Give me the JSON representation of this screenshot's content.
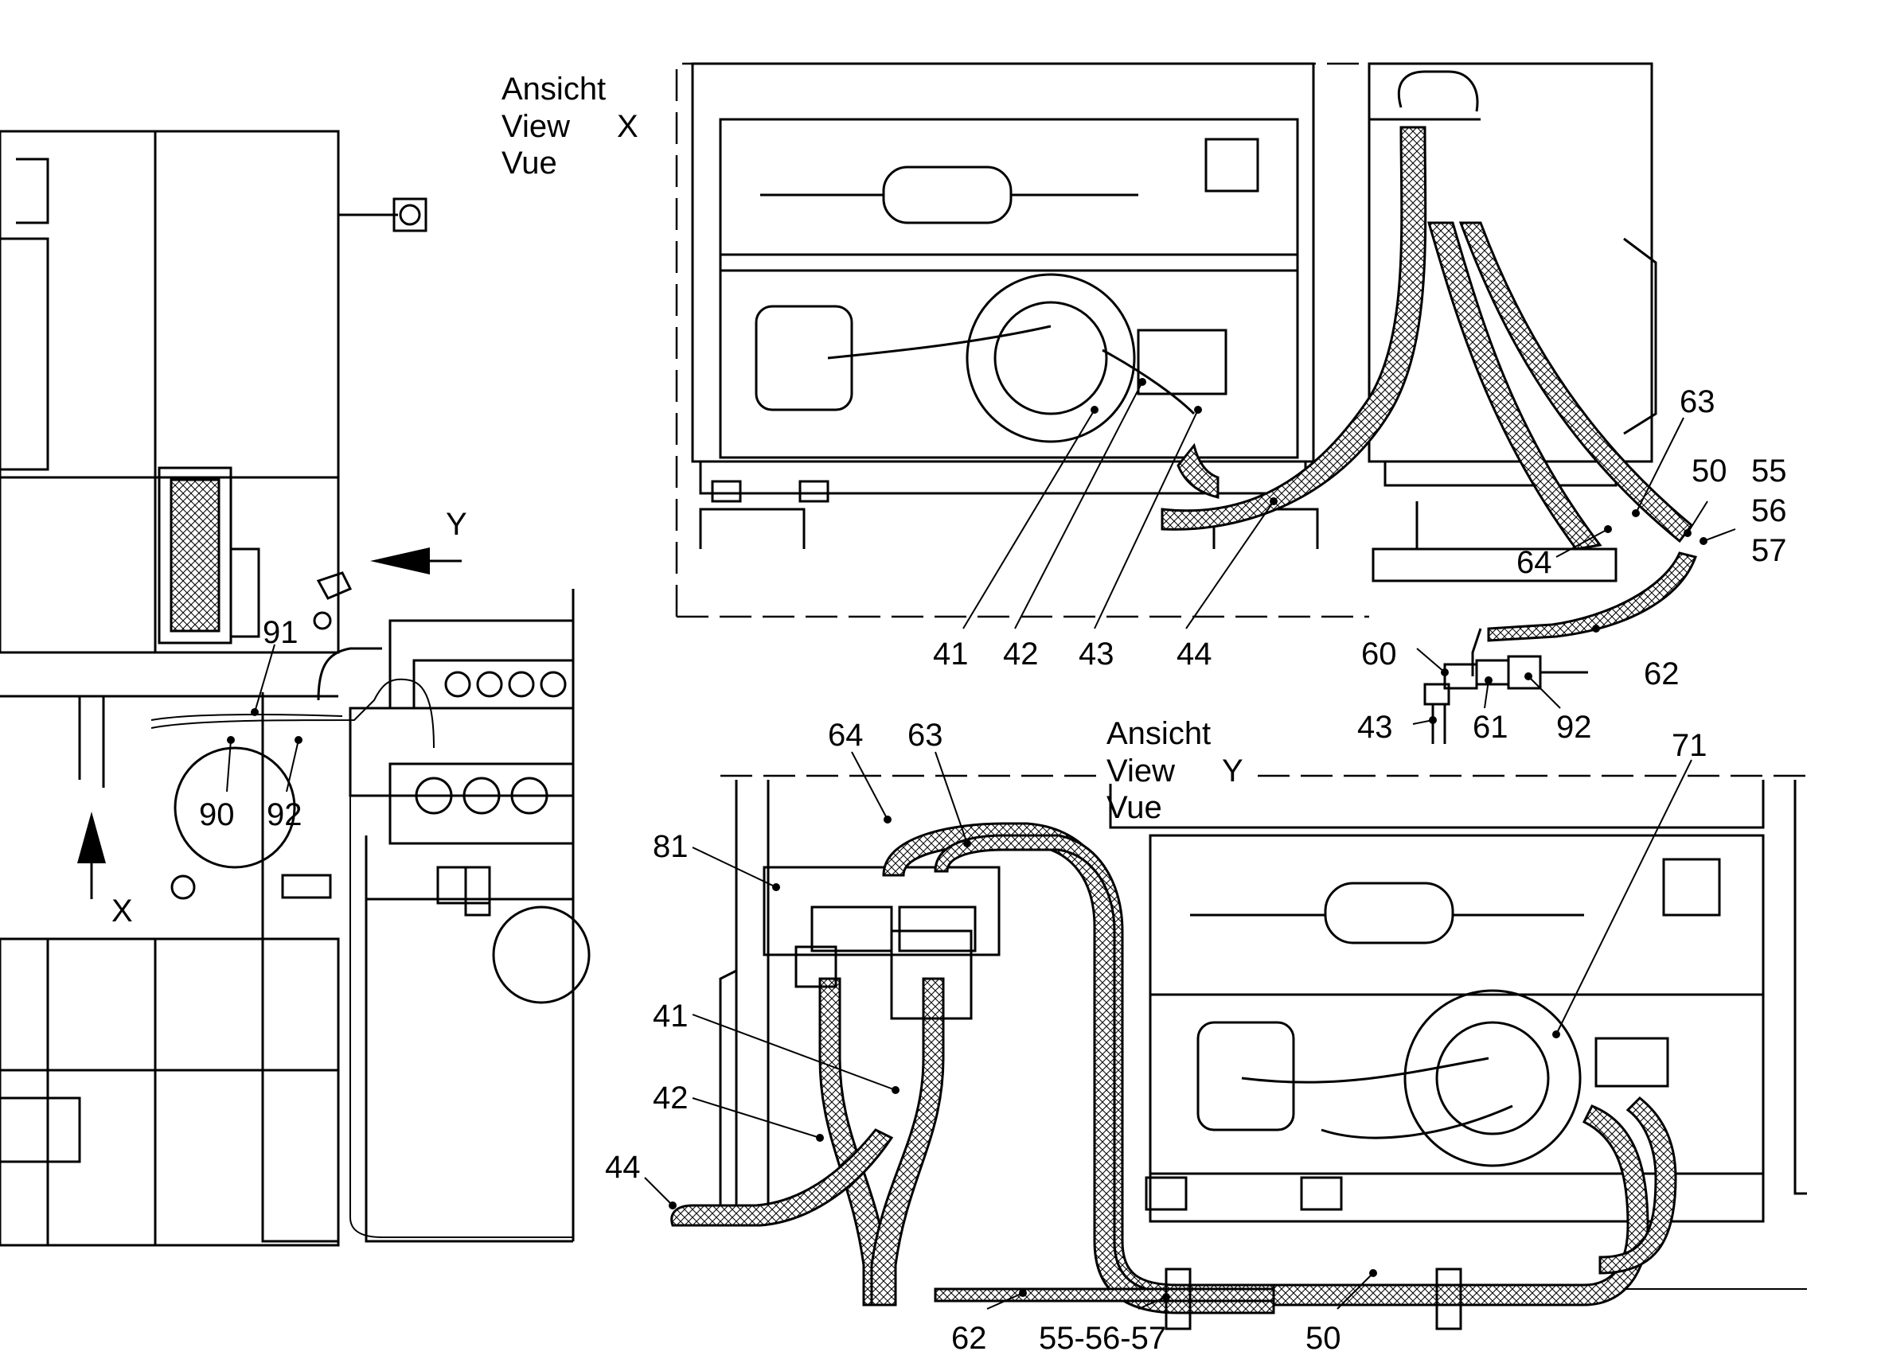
{
  "views": {
    "x": {
      "line1": "Ansicht",
      "line2": "View",
      "line3": "Vue",
      "letter": "X"
    },
    "y": {
      "line1": "Ansicht",
      "line2": "View",
      "line3": "Vue",
      "letter": "Y"
    }
  },
  "arrows": {
    "x": "X",
    "y": "Y"
  },
  "callouts": {
    "c91": "91",
    "c90": "90",
    "c92a": "92",
    "c41a": "41",
    "c42a": "42",
    "c43a": "43",
    "c44a": "44",
    "c63a": "63",
    "c50a": "50",
    "c55": "55",
    "c56": "56",
    "c57": "57",
    "c64a": "64",
    "c60": "60",
    "c62a": "62",
    "c43b": "43",
    "c61": "61",
    "c92b": "92",
    "c64b": "64",
    "c63b": "63",
    "c81": "81",
    "c41b": "41",
    "c42b": "42",
    "c44b": "44",
    "c71": "71",
    "c62b": "62",
    "c555657": "55-56-57",
    "c50b": "50"
  }
}
